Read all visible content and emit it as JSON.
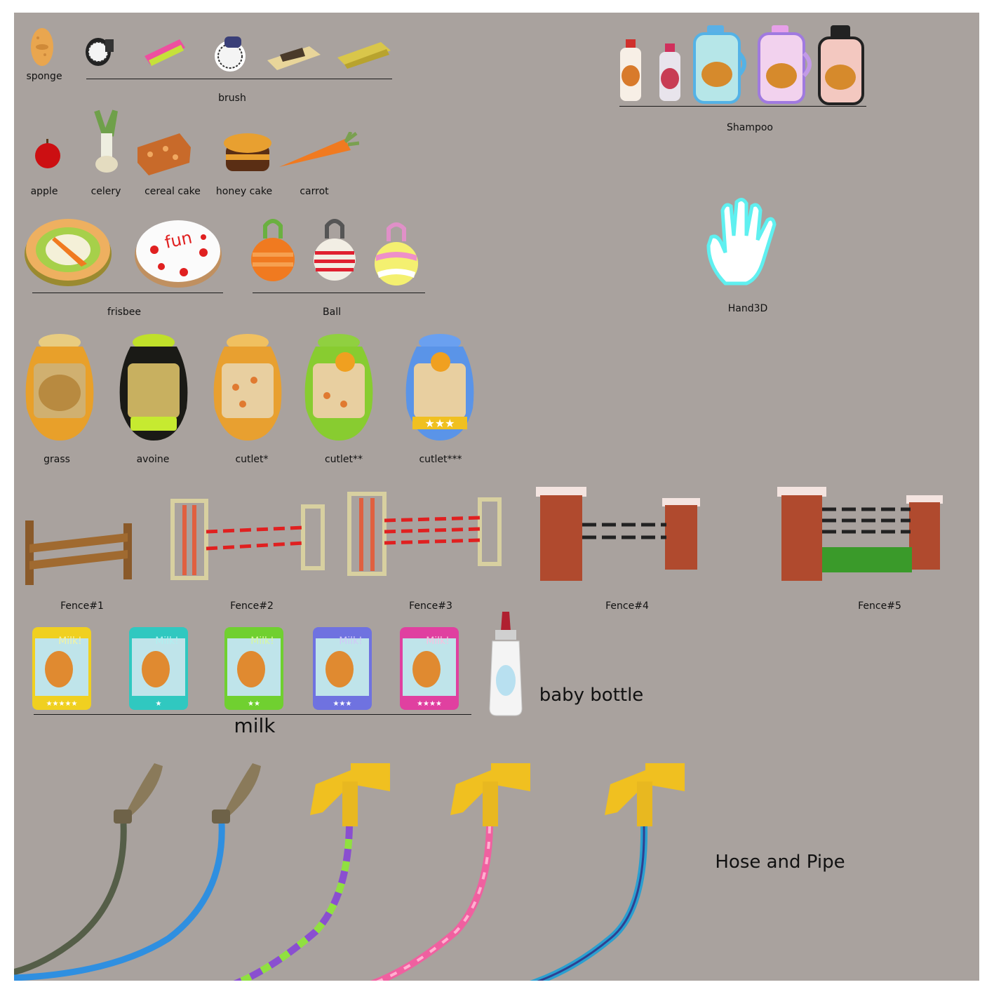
{
  "labels": {
    "sponge": "sponge",
    "brush": "brush",
    "shampoo": "Shampoo",
    "apple": "apple",
    "celery": "celery",
    "cereal_cake": "cereal cake",
    "honey_cake": "honey cake",
    "carrot": "carrot",
    "frisbee": "frisbee",
    "ball": "Ball",
    "hand3d": "Hand3D",
    "grass": "grass",
    "avoine": "avoine",
    "cutlet1": "cutlet*",
    "cutlet2": "cutlet**",
    "cutlet3": "cutlet***",
    "fence1": "Fence#1",
    "fence2": "Fence#2",
    "fence3": "Fence#3",
    "fence4": "Fence#4",
    "fence5": "Fence#5",
    "baby_bottle": "baby bottle",
    "milk": "milk",
    "hose_and_pipe": "Hose and Pipe"
  },
  "item_text": {
    "frisbee_fun": "fun",
    "milk_carton": "Milk!",
    "milk_stars": [
      "★★★★★",
      "★",
      "★★",
      "★★★",
      "★★★★"
    ]
  },
  "colors": {
    "background": "#a9a29e",
    "label": "#111111",
    "hose_colors": [
      "#555e48",
      "#2f8fe0",
      "#8a4fd0",
      "#f060a0",
      "#2a9fd0"
    ],
    "milk_colors": [
      "#f0d020",
      "#30c8c0",
      "#70d030",
      "#6f72e0",
      "#e040a0"
    ]
  }
}
